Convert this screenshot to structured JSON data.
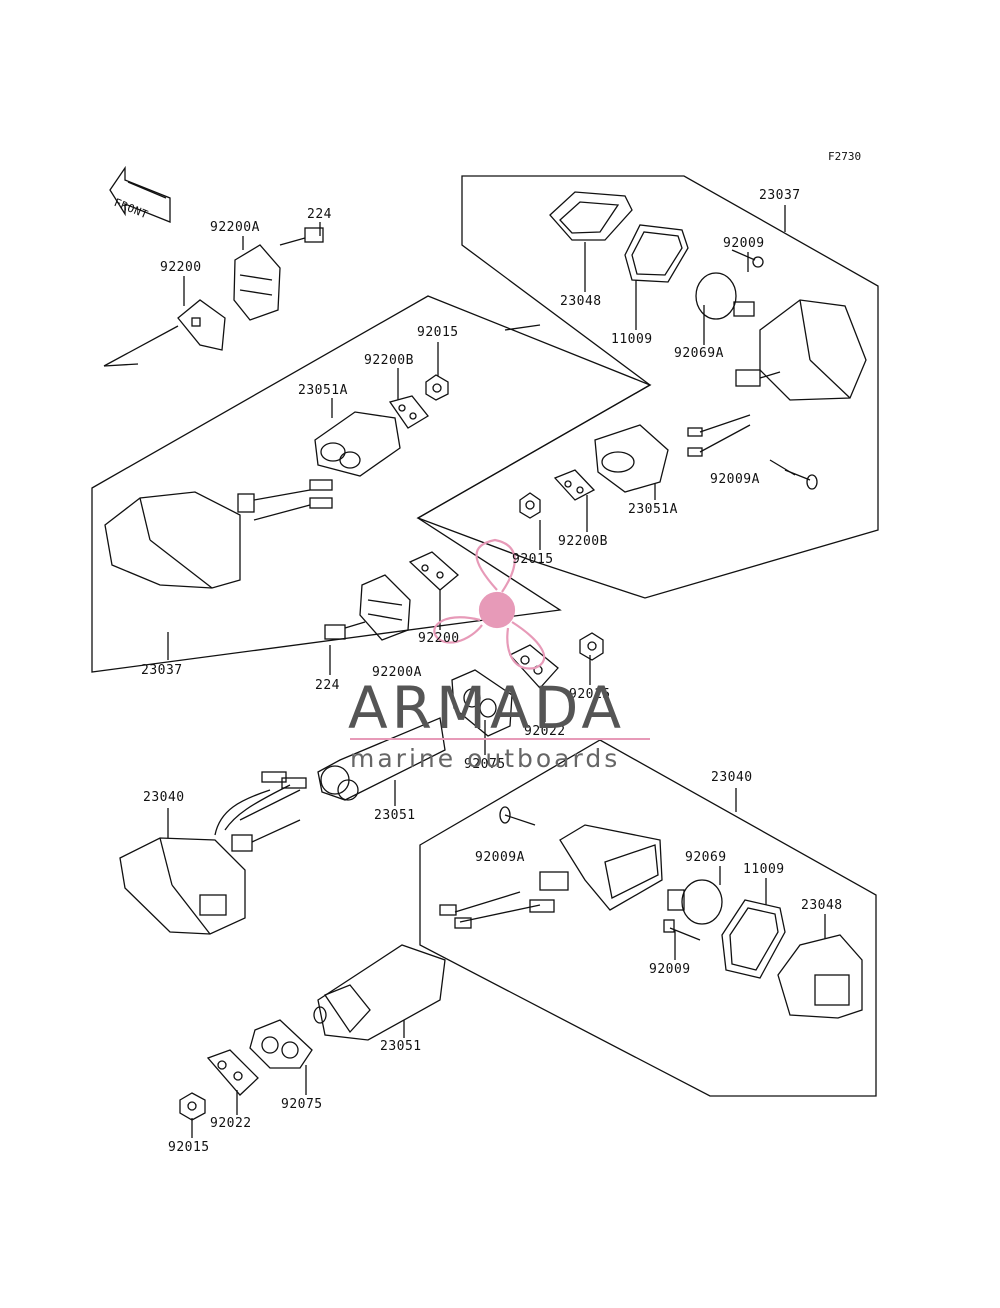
{
  "figure_code": "F2730",
  "front_label": "FRONT",
  "watermark": {
    "name": "ARMADA",
    "subtitle": "marine outboards",
    "color": "#e79ab8"
  },
  "parts": [
    {
      "id": "p23037a",
      "label": "23037"
    },
    {
      "id": "p23048a",
      "label": "23048"
    },
    {
      "id": "p11009a",
      "label": "11009"
    },
    {
      "id": "p92009a",
      "label": "92009"
    },
    {
      "id": "p92069A",
      "label": "92069A"
    },
    {
      "id": "p92009Aa",
      "label": "92009A"
    },
    {
      "id": "p23051Aa",
      "label": "23051A"
    },
    {
      "id": "p92200Ba",
      "label": "92200B"
    },
    {
      "id": "p92015a",
      "label": "92015"
    },
    {
      "id": "p92200Aa",
      "label": "92200A"
    },
    {
      "id": "p224a",
      "label": "224"
    },
    {
      "id": "p92200a",
      "label": "92200"
    },
    {
      "id": "p92015b",
      "label": "92015"
    },
    {
      "id": "p92200Bb",
      "label": "92200B"
    },
    {
      "id": "p23051Ab",
      "label": "23051A"
    },
    {
      "id": "p92015c",
      "label": "92015"
    },
    {
      "id": "p23037b",
      "label": "23037"
    },
    {
      "id": "p92200b",
      "label": "92200"
    },
    {
      "id": "p224b",
      "label": "224"
    },
    {
      "id": "p92200Ab",
      "label": "92200A"
    },
    {
      "id": "p92015d",
      "label": "92015"
    },
    {
      "id": "p92022a",
      "label": "92022"
    },
    {
      "id": "p92075a",
      "label": "92075"
    },
    {
      "id": "p23051a",
      "label": "23051"
    },
    {
      "id": "p23040a",
      "label": "23040"
    },
    {
      "id": "p23040b",
      "label": "23040"
    },
    {
      "id": "p92009Ab",
      "label": "92009A"
    },
    {
      "id": "p92069",
      "label": "92069"
    },
    {
      "id": "p11009b",
      "label": "11009"
    },
    {
      "id": "p23048b",
      "label": "23048"
    },
    {
      "id": "p92009b",
      "label": "92009"
    },
    {
      "id": "p23051b",
      "label": "23051"
    },
    {
      "id": "p92075b",
      "label": "92075"
    },
    {
      "id": "p92022b",
      "label": "92022"
    },
    {
      "id": "p92015e",
      "label": "92015"
    }
  ]
}
